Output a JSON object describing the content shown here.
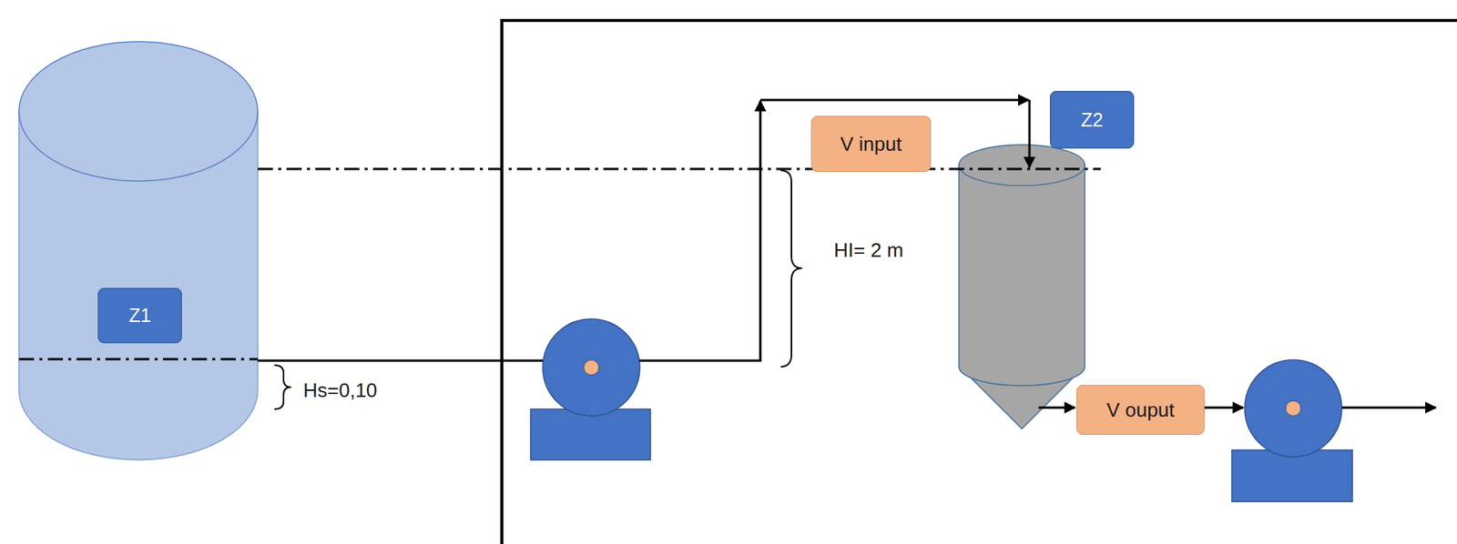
{
  "diagram": {
    "nodes": [
      {
        "text": [
          "Z1"
        ]
      },
      {
        "text": [
          "V input"
        ]
      },
      {
        "text": [
          "Z2"
        ]
      },
      {
        "text": [
          "V ouput"
        ]
      }
    ],
    "labels": [
      "Hs=0,10",
      "HI= 2 m"
    ]
  }
}
